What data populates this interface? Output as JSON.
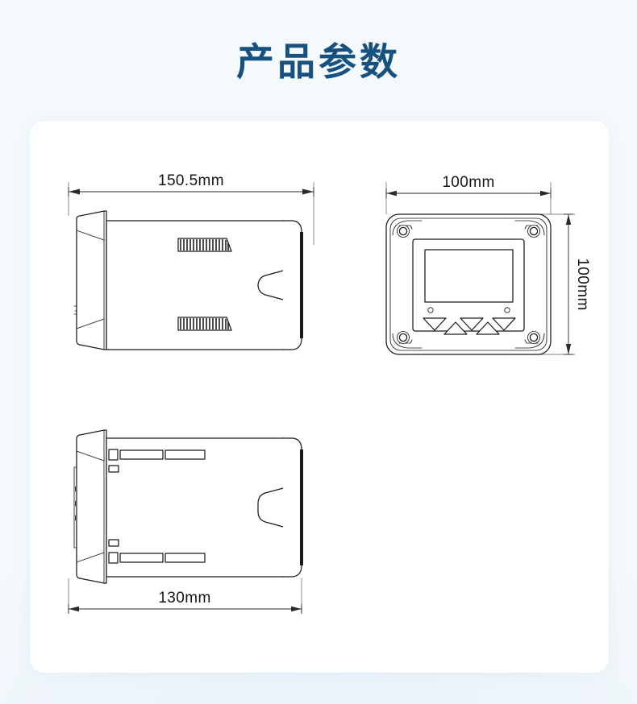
{
  "page": {
    "title": "产品参数",
    "title_color": "#16517f",
    "background_color": "#f4f9fc",
    "card_color": "#ffffff"
  },
  "drawings": [
    {
      "id": "side-view",
      "name": "side-view-left",
      "dimension_label": "150.5mm",
      "dimension_axis": "horizontal",
      "dimension_position": "top"
    },
    {
      "id": "front-view",
      "name": "front-view",
      "dimension_label": "100mm",
      "dimension_axis": "horizontal",
      "dimension_position": "top",
      "dimension_label_2": "100mm",
      "dimension_axis_2": "vertical",
      "dimension_position_2": "right"
    },
    {
      "id": "top-view",
      "name": "top-view",
      "dimension_label": "130mm",
      "dimension_axis": "horizontal",
      "dimension_position": "bottom"
    }
  ],
  "front_panel": {
    "screw_count": 4,
    "led_count": 2,
    "button_count": 5,
    "button_directions": [
      "down",
      "up",
      "down",
      "up",
      "down"
    ],
    "display_shape": "rectangle"
  },
  "side_panel": {
    "clip_count": 2
  },
  "top_panel": {
    "terminal_slot_rows": 2,
    "terminal_slots_per_row": 2
  }
}
